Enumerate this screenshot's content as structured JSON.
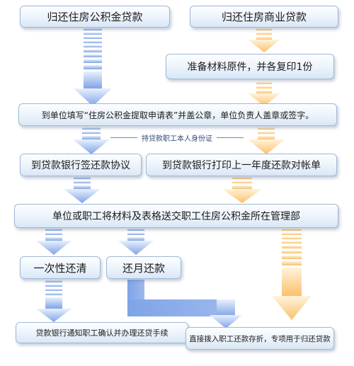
{
  "boxes": {
    "fund_loan_repayment": "归还住房公积金贷款",
    "commercial_loan_repayment": "归还住房商业贷款",
    "prepare_materials": "准备材料原件，并各复印1份",
    "fill_application": "到单位填写“住房公积金提取申请表”并盖公章，单位负责人盖章或签字。",
    "id_note": "持贷款职工本人身份证",
    "sign_agreement": "到贷款银行签还款协议",
    "print_statement": "到贷款银行打印上一年度还款对帐单",
    "submit_to_center": "单位或职工将材料及表格送交职工住房公积金所在管理部",
    "lump_sum": "一次性还清",
    "monthly": "还月还款",
    "bank_notify": "贷款银行通知职工确认并办理还贷手续",
    "direct_transfer": "直接拨入职工还款存折，专项用于归还贷款"
  },
  "colors": {
    "blue_arrow": "#7fa4e6",
    "orange_arrow": "#fbc16a",
    "box_border": "#9fb9d8"
  }
}
